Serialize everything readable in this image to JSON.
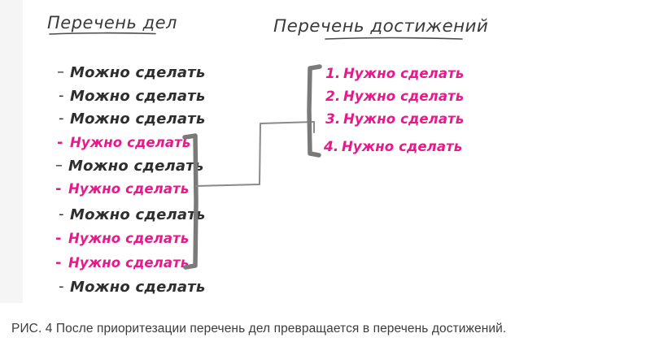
{
  "figure": {
    "left_column": {
      "title": "Перечень дел",
      "items": [
        {
          "bullet": "–",
          "text": "Можно сделать",
          "priority": "normal"
        },
        {
          "bullet": "-",
          "text": "Можно сделать",
          "priority": "normal"
        },
        {
          "bullet": "-",
          "text": "Можно сделать",
          "priority": "normal"
        },
        {
          "bullet": "-",
          "text": "Нужно сделать",
          "priority": "urgent"
        },
        {
          "bullet": "–",
          "text": "Можно сделать",
          "priority": "normal"
        },
        {
          "bullet": "-",
          "text": "Нужно сделать",
          "priority": "urgent"
        },
        {
          "bullet": "-",
          "text": "Можно сделать",
          "priority": "normal"
        },
        {
          "bullet": "-",
          "text": "Нужно сделать",
          "priority": "urgent"
        },
        {
          "bullet": "-",
          "text": "Нужно сделать",
          "priority": "urgent"
        },
        {
          "bullet": "-",
          "text": "Можно сделать",
          "priority": "normal"
        }
      ]
    },
    "right_column": {
      "title": "Перечень достижений",
      "items": [
        {
          "number": "1.",
          "text": "Нужно сделать"
        },
        {
          "number": "2.",
          "text": "Нужно сделать"
        },
        {
          "number": "3.",
          "text": "Нужно сделать"
        },
        {
          "number": "4.",
          "text": "Нужно сделать"
        }
      ]
    },
    "connector": {
      "name": "arrow-connector",
      "description": "hand-drawn bracket-to-bracket connector"
    },
    "colors": {
      "urgent": "#e8198b",
      "normal": "#2e2e2e",
      "sketch": "#7a7a7a",
      "panel_background": "#ffffff",
      "page_background": "#f5f5f5"
    }
  },
  "caption": {
    "text": "РИС. 4 После приоритезации перечень дел превращается в перечень достижений."
  }
}
